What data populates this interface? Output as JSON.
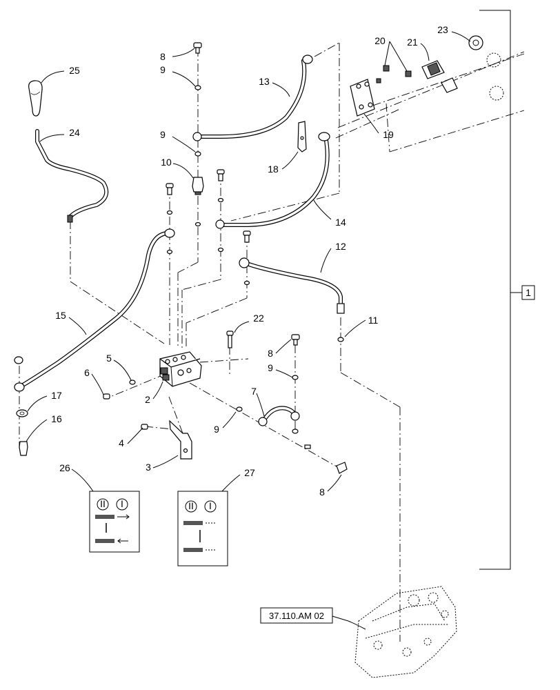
{
  "callouts": {
    "c1": "1",
    "c2": "2",
    "c3": "3",
    "c4": "4",
    "c5": "5",
    "c6": "6",
    "c7": "7",
    "c8a": "8",
    "c8b": "8",
    "c8c": "8",
    "c9a": "9",
    "c9b": "9",
    "c9c": "9",
    "c9d": "9",
    "c10": "10",
    "c11": "11",
    "c12": "12",
    "c13": "13",
    "c14": "14",
    "c15": "15",
    "c16": "16",
    "c17": "17",
    "c18": "18",
    "c19": "19",
    "c20": "20",
    "c21": "21",
    "c22": "22",
    "c23": "23",
    "c24": "24",
    "c25": "25",
    "c26": "26",
    "c27": "27"
  },
  "reference": {
    "label": "37.110.AM 02"
  },
  "decals": {
    "left": {
      "pos2": "II",
      "pos1": "I"
    },
    "right": {
      "pos2": "II",
      "pos1": "I"
    }
  }
}
